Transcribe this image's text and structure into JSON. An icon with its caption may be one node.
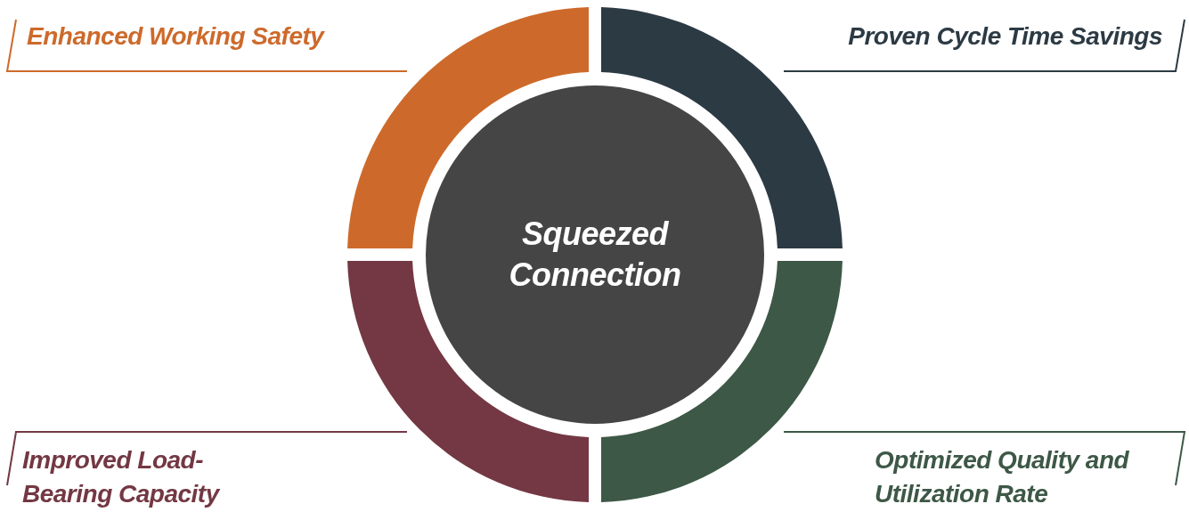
{
  "diagram": {
    "nodes": [
      {
        "text": [],
        "shape": "arc"
      },
      {
        "text": [],
        "shape": "arc"
      },
      {
        "text": [
          "Squeezed Connection"
        ]
      },
      {
        "text": [],
        "shape": "arc"
      },
      {
        "text": [],
        "shape": "arc"
      }
    ],
    "edges": [],
    "labels": [
      "Enhanced Working Safety",
      "Proven Cycle Time Savings",
      "Improved Load-Bearing Capacity",
      "Optimized Quality and Utilization Rate"
    ]
  }
}
